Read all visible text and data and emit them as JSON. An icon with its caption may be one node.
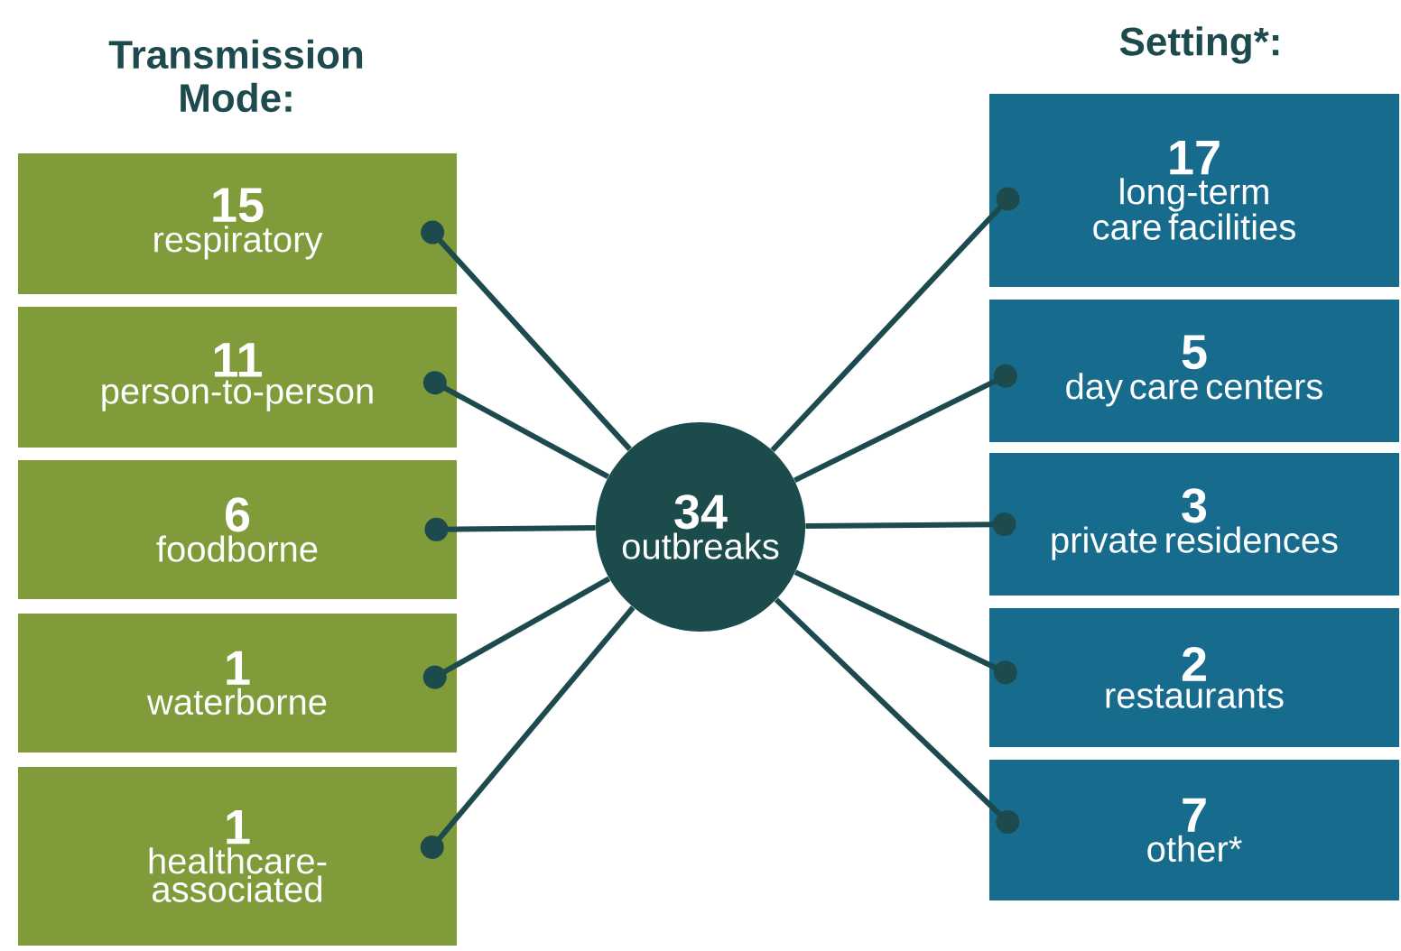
{
  "diagram": {
    "nodes": [
      {
        "text": [
          "15",
          "respiratory"
        ]
      },
      {
        "text": [
          "11",
          "person-to-person"
        ]
      },
      {
        "text": [
          "6",
          "foodborne"
        ]
      },
      {
        "text": [
          "1",
          "waterborne"
        ]
      },
      {
        "text": [
          "1",
          "healthcare-associated"
        ]
      },
      {
        "text": [
          "34",
          "outbreaks"
        ]
      },
      {
        "text": [
          "17",
          "long-term care facilities"
        ]
      },
      {
        "text": [
          "5",
          "day care centers"
        ]
      },
      {
        "text": [
          "3",
          "private residences"
        ]
      },
      {
        "text": [
          "2",
          "restaurants"
        ]
      },
      {
        "text": [
          "7",
          "other*"
        ]
      }
    ],
    "edges": [
      {
        "from": 0,
        "to": 5,
        "arrow": "other"
      },
      {
        "from": 1,
        "to": 5,
        "arrow": "other"
      },
      {
        "from": 2,
        "to": 5,
        "arrow": "other"
      },
      {
        "from": 3,
        "to": 5,
        "arrow": "other"
      },
      {
        "from": 4,
        "to": 5,
        "arrow": "other"
      },
      {
        "from": 6,
        "to": 5,
        "arrow": "other"
      },
      {
        "from": 7,
        "to": 5,
        "arrow": "other"
      },
      {
        "from": 8,
        "to": 5,
        "arrow": "other"
      },
      {
        "from": 9,
        "to": 5,
        "arrow": "other"
      },
      {
        "from": 10,
        "to": 5,
        "arrow": "other"
      }
    ],
    "labels": [
      "Transmission Mode:",
      "Setting*:"
    ]
  }
}
